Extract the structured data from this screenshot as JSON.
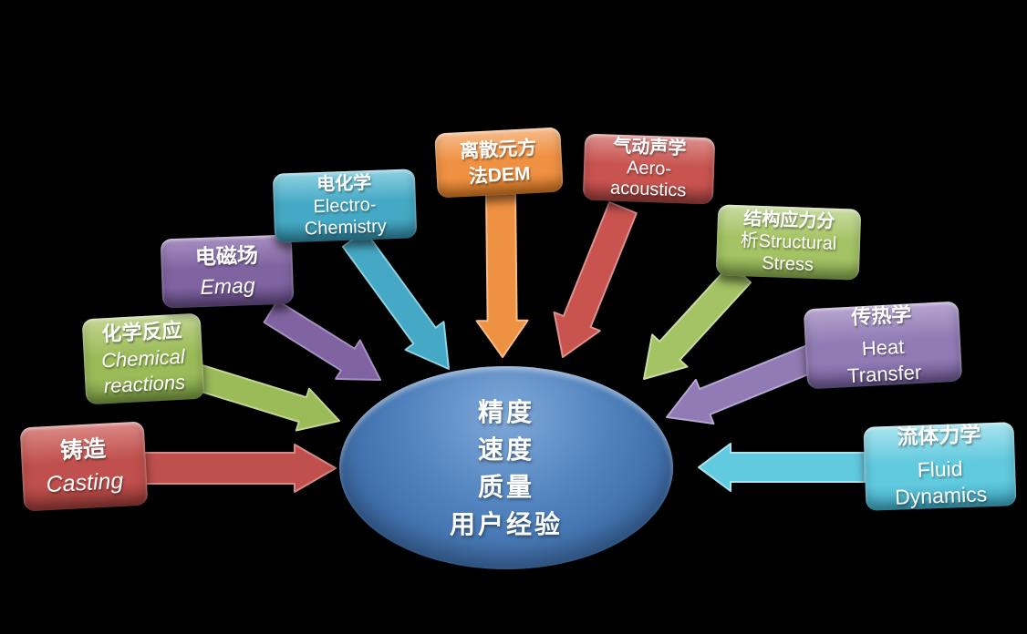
{
  "background_color": "#000000",
  "center": {
    "shape": "ellipse",
    "color": "#4f81bd",
    "color_light": "#7fa8d8",
    "color_dark": "#2f5b96",
    "lines": [
      "精度",
      "速度",
      "质量",
      "用户经验"
    ]
  },
  "nodes": [
    {
      "id": "casting",
      "color": "#c0504d",
      "color_light": "#da8a86",
      "color_dark": "#8e3734",
      "lines": [
        "铸造",
        "Casting"
      ]
    },
    {
      "id": "chemical-reactions",
      "color": "#9bbb59",
      "color_light": "#c3d694",
      "color_dark": "#71913f",
      "lines": [
        "化学反应",
        "Chemical",
        "reactions"
      ]
    },
    {
      "id": "emag",
      "color": "#8064a2",
      "color_light": "#a78fc1",
      "color_dark": "#5c477a",
      "lines": [
        "电磁场",
        "Emag"
      ]
    },
    {
      "id": "electro-chemistry",
      "color": "#45a9c5",
      "color_light": "#8ed2e2",
      "color_dark": "#2e7f97",
      "lines": [
        "电化学",
        "Electro-",
        "Chemistry"
      ]
    },
    {
      "id": "dem",
      "color": "#ef9143",
      "color_light": "#f7bb8a",
      "color_dark": "#c76f22",
      "lines": [
        "离散元方",
        "法DEM"
      ]
    },
    {
      "id": "aero-acoustics",
      "color": "#c8534f",
      "color_light": "#de928f",
      "color_dark": "#933b38",
      "lines": [
        "气动声学",
        "Aero-",
        "acoustics"
      ]
    },
    {
      "id": "structural-stress",
      "color": "#a4c364",
      "color_light": "#cadda2",
      "color_dark": "#7a9a47",
      "lines": [
        "结构应力分",
        "析Structural",
        "Stress"
      ]
    },
    {
      "id": "heat-transfer",
      "color": "#917bb4",
      "color_light": "#b7a6d0",
      "color_dark": "#68538c",
      "lines": [
        "传热学",
        "Heat",
        "Transfer"
      ]
    },
    {
      "id": "fluid-dynamics",
      "color": "#62cadf",
      "color_light": "#abe4ef",
      "color_dark": "#3a9fb9",
      "lines": [
        "流体力学",
        "Fluid",
        "Dynamics"
      ]
    }
  ]
}
